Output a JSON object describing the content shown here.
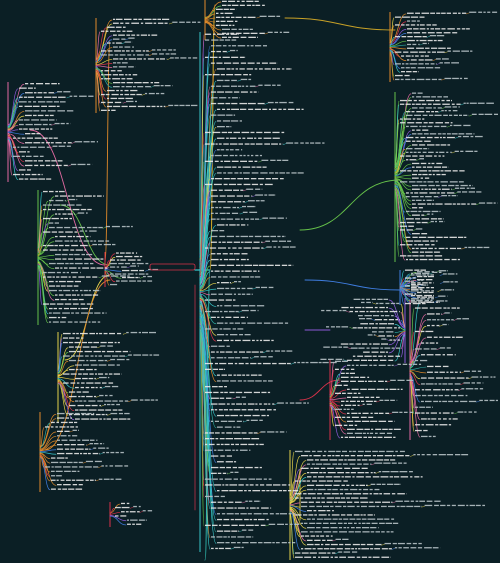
{
  "page": {
    "background": "#0b1f25"
  },
  "palette": {
    "trunk": "#c9a227",
    "cyan": "#37c6c9",
    "teal": "#2ea9a0",
    "orange": "#e08a2a",
    "yellow": "#e3d04a",
    "red": "#d8324a",
    "pink": "#e36aa2",
    "purple": "#8d5ad8",
    "blue": "#3f7de0",
    "green": "#66c24a",
    "text": "#e9e9e9",
    "textDim": "#b7c2c6"
  },
  "clusters": [
    {
      "id": "c-top-left",
      "name": "cluster-top-left",
      "color": "orange",
      "rows": 24,
      "spread": 1.0
    },
    {
      "id": "c-left",
      "name": "cluster-left",
      "color": "pink",
      "rows": 22,
      "spread": 0.9
    },
    {
      "id": "c-left-mid",
      "name": "cluster-left-mid",
      "color": "green",
      "rows": 30,
      "spread": 1.0
    },
    {
      "id": "c-center-root",
      "name": "cluster-center-root",
      "color": "red",
      "rows": 10,
      "spread": 0.7
    },
    {
      "id": "c-left-lower",
      "name": "cluster-left-lower",
      "color": "yellow",
      "rows": 20,
      "spread": 1.0
    },
    {
      "id": "c-left-bottom",
      "name": "cluster-left-bottom",
      "color": "orange",
      "rows": 18,
      "spread": 0.9
    },
    {
      "id": "c-bottom-center",
      "name": "cluster-bottom-center",
      "color": "red",
      "rows": 6,
      "spread": 0.6
    },
    {
      "id": "c-trunk",
      "name": "cluster-central-trunk",
      "color": "cyan",
      "rows": 90,
      "spread": 1.3
    },
    {
      "id": "c-top-center",
      "name": "cluster-top-center",
      "color": "orange",
      "rows": 10,
      "spread": 0.8
    },
    {
      "id": "c-right-top",
      "name": "cluster-right-top",
      "color": "orange",
      "rows": 18,
      "spread": 1.0
    },
    {
      "id": "c-right-upper",
      "name": "cluster-right-upper",
      "color": "green",
      "rows": 46,
      "spread": 1.0
    },
    {
      "id": "c-right-mid",
      "name": "cluster-right-mid",
      "color": "blue",
      "rows": 22,
      "spread": 1.0
    },
    {
      "id": "c-right-center",
      "name": "cluster-right-center",
      "color": "purple",
      "rows": 16,
      "spread": 0.9
    },
    {
      "id": "c-right-lower",
      "name": "cluster-right-lower",
      "color": "red",
      "rows": 20,
      "spread": 1.0
    },
    {
      "id": "c-right-lower2",
      "name": "cluster-right-lower2",
      "color": "pink",
      "rows": 24,
      "spread": 1.0
    },
    {
      "id": "c-bottom-right",
      "name": "cluster-bottom-right",
      "color": "yellow",
      "rows": 26,
      "spread": 1.0
    }
  ]
}
